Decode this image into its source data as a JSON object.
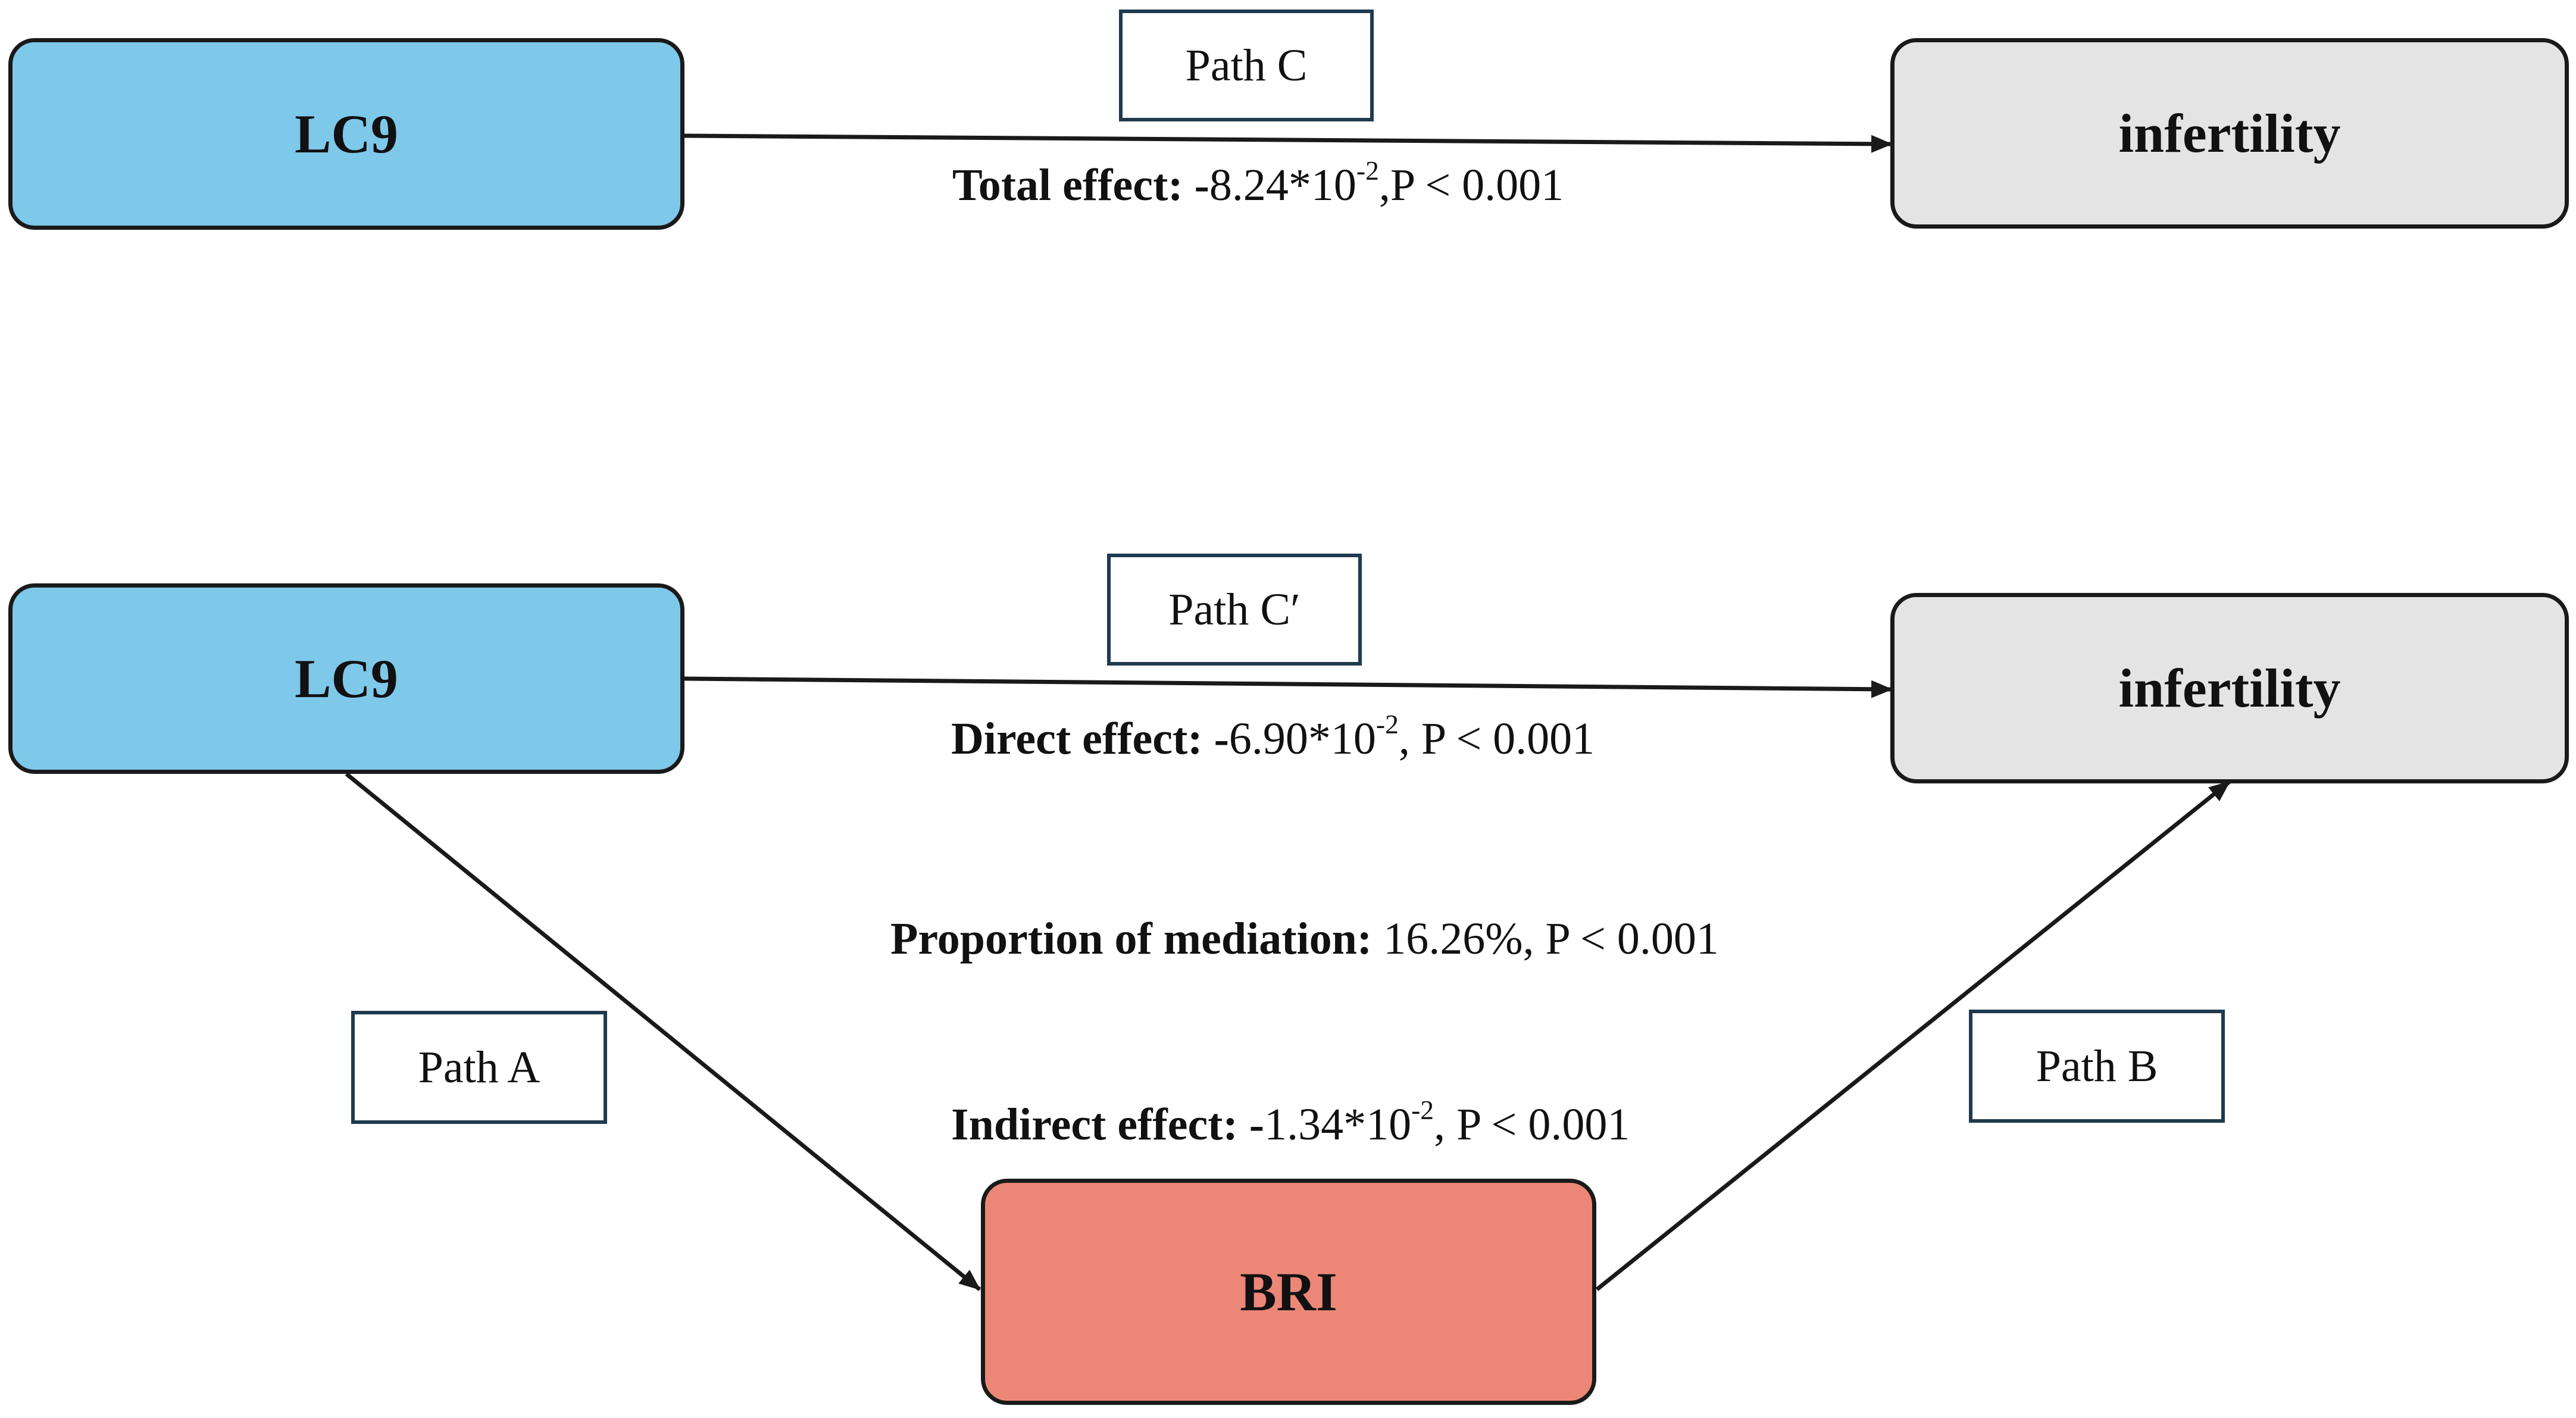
{
  "colors": {
    "exposure": "#7ec8ea",
    "outcome": "#e4e4e4",
    "mediator": "#ec8778",
    "stroke": "#1a1a1a",
    "label_border": "#1f3a4d"
  },
  "panel_total": {
    "exposure": "LC9",
    "outcome": "infertility",
    "path_label": "Path C",
    "effect": {
      "name": "Total effect:",
      "sign": "-",
      "mantissa": "8.24*10",
      "exponent": "-2",
      "p_value": ",P < 0.001"
    }
  },
  "panel_mediation": {
    "exposure": "LC9",
    "outcome": "infertility",
    "mediator": "BRI",
    "path_c_prime": "Path C′",
    "path_a": "Path A",
    "path_b": "Path B",
    "direct_effect": {
      "name": "Direct effect:",
      "sign": "-",
      "mantissa": "6.90*10",
      "exponent": "-2",
      "p_value": ", P < 0.001"
    },
    "proportion": {
      "name": "Proportion of mediation:",
      "value": " 16.26%, P < 0.001"
    },
    "indirect_effect": {
      "name": "Indirect effect:",
      "sign": "-",
      "mantissa": "1.34*10",
      "exponent": "-2",
      "p_value": ", P < 0.001"
    }
  }
}
